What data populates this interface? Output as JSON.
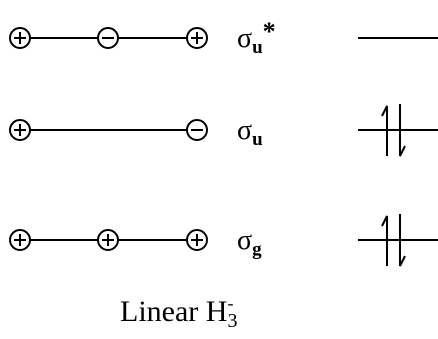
{
  "orbitals": [
    {
      "label_symbol": "σ",
      "label_subscript": "u",
      "label_suffix": "*",
      "lobes": [
        "+",
        "−",
        "+"
      ],
      "electrons": 0
    },
    {
      "label_symbol": "σ",
      "label_subscript": "u",
      "label_suffix": "",
      "lobes": [
        "+",
        "",
        "−"
      ],
      "electrons": 2
    },
    {
      "label_symbol": "σ",
      "label_subscript": "g",
      "label_suffix": "",
      "lobes": [
        "+",
        "+",
        "+"
      ],
      "electrons": 2
    }
  ],
  "caption": {
    "main": "Linear H",
    "subscript": "3",
    "superscript": "-"
  }
}
